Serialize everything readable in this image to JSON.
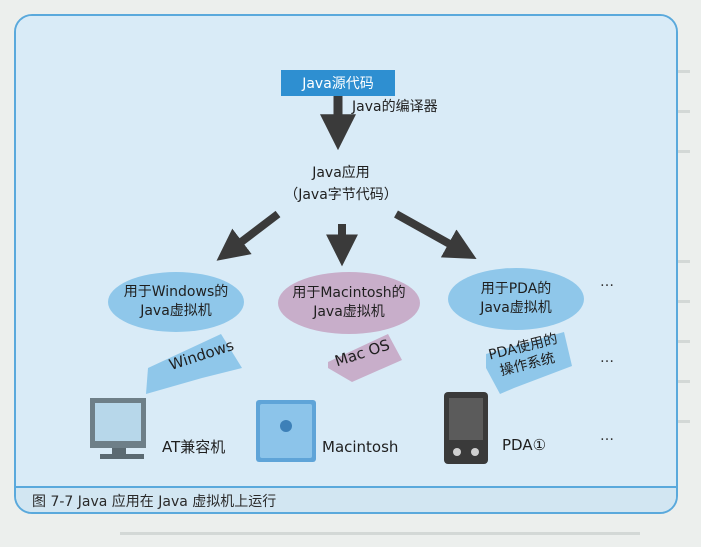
{
  "source_box": "Java源代码",
  "compiler_label": "Java的编译器",
  "java_app": {
    "line1": "Java应用",
    "line2": "（Java字节代码）"
  },
  "vms": [
    {
      "line1": "用于Windows的",
      "line2": "Java虚拟机",
      "os": "Windows",
      "device": "AT兼容机",
      "color": "#8fc7ea"
    },
    {
      "line1": "用于Macintosh的",
      "line2": "Java虚拟机",
      "os": "Mac OS",
      "device": "Macintosh",
      "color": "#c8aeca"
    },
    {
      "line1": "用于PDA的",
      "line2": "Java虚拟机",
      "os_line1": "PDA使用的",
      "os_line2": "操作系统",
      "device": "PDA①",
      "color": "#8fc7ea"
    }
  ],
  "ellipsis": "…",
  "caption": "图 7-7    Java 应用在 Java 虚拟机上运行",
  "colors": {
    "accent": "#2e8fd1",
    "border": "#5aa9dc",
    "arrow": "#3a3a3a"
  }
}
